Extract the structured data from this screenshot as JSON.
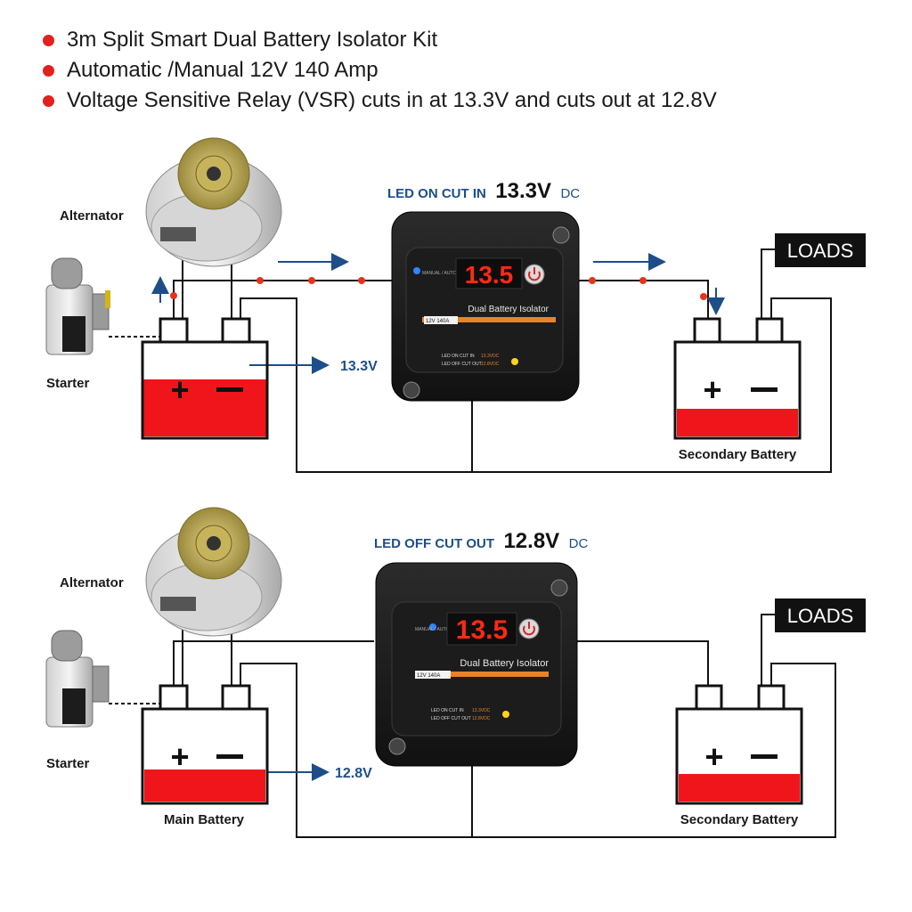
{
  "header": {
    "bullets": [
      "3m Split Smart Dual Battery Isolator Kit",
      "Automatic /Manual 12V 140 Amp",
      "Voltage Sensitive Relay (VSR) cuts in at 13.3V and cuts out at 12.8V"
    ]
  },
  "top_panel": {
    "led_prefix": "LED ON CUT IN",
    "led_value": "13.3V",
    "led_unit": "DC",
    "alternator_label": "Alternator",
    "starter_label": "Starter",
    "main_voltage": "13.3V",
    "secondary_label": "Secondary Battery",
    "loads_label": "LOADS",
    "isolator": {
      "display": "13.5",
      "name": "Dual Battery Isolator",
      "rating": "12V 140A",
      "mode": "MANUAL / AUTO",
      "cut_in_label": "LED ON CUT IN",
      "cut_in_value": "13.3VDC",
      "cut_out_label": "LED OFF CUT OUT",
      "cut_out_value": "12.8VDC"
    },
    "main_battery_level": 0.62,
    "secondary_battery_level": 0.3
  },
  "bottom_panel": {
    "led_prefix": "LED OFF CUT OUT",
    "led_value": "12.8V",
    "led_unit": "DC",
    "alternator_label": "Alternator",
    "starter_label": "Starter",
    "main_voltage": "12.8V",
    "main_label": "Main Battery",
    "secondary_label": "Secondary Battery",
    "loads_label": "LOADS",
    "isolator": {
      "display": "13.5",
      "name": "Dual Battery Isolator",
      "rating": "12V 140A",
      "mode": "MANUAL / AUTO",
      "cut_in_label": "LED ON CUT IN",
      "cut_in_value": "13.3VDC",
      "cut_out_label": "LED OFF CUT OUT",
      "cut_out_value": "12.8VDC"
    },
    "main_battery_level": 0.35,
    "secondary_battery_level": 0.3
  },
  "colors": {
    "accent_red": "#e41f1f",
    "battery_red": "#f0151a",
    "blue_text": "#1d4e89",
    "display_red": "#ff2a14",
    "led_blue": "#2f86ff",
    "led_yellow": "#ffd21a"
  },
  "icons": [
    "alternator-icon",
    "starter-motor-icon",
    "battery-icon",
    "isolator-device-icon",
    "power-button-icon",
    "arrow-icon"
  ]
}
